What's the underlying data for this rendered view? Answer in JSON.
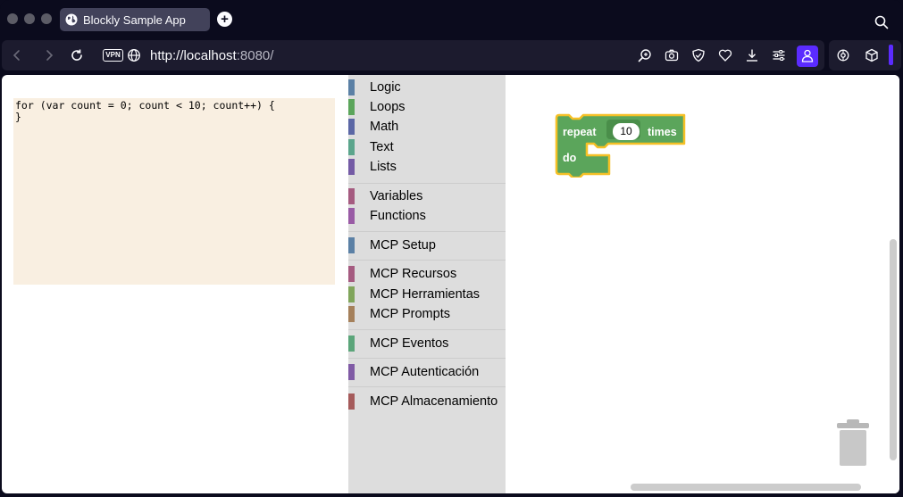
{
  "browser": {
    "tab": {
      "title": "Blockly Sample App"
    },
    "url": {
      "scheme_host": "http://localhost",
      "port": ":8080/"
    },
    "vpn_label": "VPN",
    "accent": "#5b2bff"
  },
  "code": {
    "lines": "for (var count = 0; count < 10; count++) {\n}"
  },
  "toolbox": {
    "categories": [
      {
        "label": "Logic",
        "color": "#5b80a5"
      },
      {
        "label": "Loops",
        "color": "#5ba55b"
      },
      {
        "label": "Math",
        "color": "#5b67a5"
      },
      {
        "label": "Text",
        "color": "#5ba58c"
      },
      {
        "label": "Lists",
        "color": "#745ba5"
      },
      {
        "label": "Variables",
        "color": "#a55b80"
      },
      {
        "label": "Functions",
        "color": "#995ba5"
      },
      {
        "label": "MCP Setup",
        "color": "#5b80a5"
      },
      {
        "label": "MCP Recursos",
        "color": "#a55b80"
      },
      {
        "label": "MCP Herramientas",
        "color": "#80a55b"
      },
      {
        "label": "MCP Prompts",
        "color": "#a5805b"
      },
      {
        "label": "MCP Eventos",
        "color": "#5ba57a"
      },
      {
        "label": "MCP Autenticación",
        "color": "#805ba5"
      },
      {
        "label": "MCP Almacenamiento",
        "color": "#a55b5b"
      }
    ]
  },
  "workspace": {
    "block": {
      "repeat_label": "repeat",
      "times_label": "times",
      "do_label": "do",
      "count_value": "10",
      "color": "#5ba55b",
      "highlight": "#f5c026"
    }
  }
}
